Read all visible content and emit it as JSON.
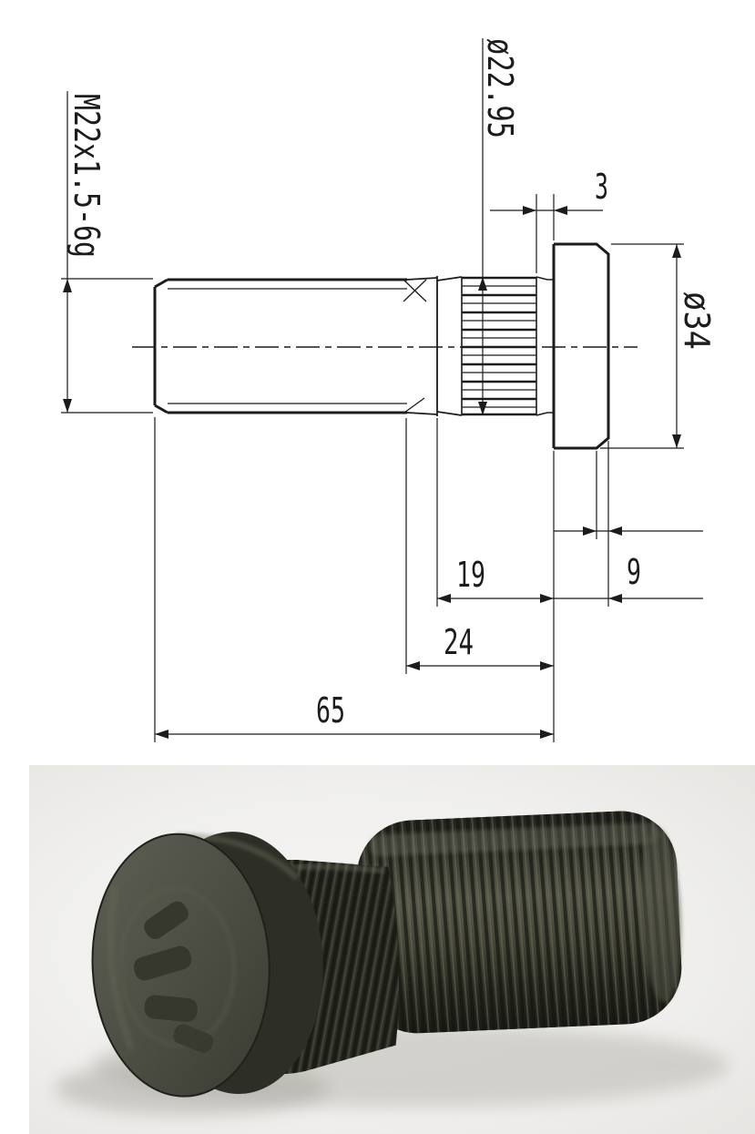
{
  "document": {
    "kind": "technical drawing with product photo",
    "part_name": "serrated wheel stud"
  },
  "drawing": {
    "background": "#ffffff",
    "line_color": "#1c1c1c",
    "dimensions": {
      "thread_spec": "M22x1.5-6g",
      "serration_diameter": "ø22.95",
      "serration_to_head_gap": "3",
      "head_diameter": "ø34",
      "knurl_to_head_length": "19",
      "head_thickness": "9",
      "shank_to_head_length": "24",
      "underhead_length": "65"
    }
  },
  "photo": {
    "background_color": "#efeeec",
    "stud_body_color": "#3b3c33",
    "stud_highlight_color": "#6b6c5e",
    "head_face_color": "#51524a",
    "shadow_color": "#b9b7b0",
    "head_marking": "embossed grade marking (illegible)",
    "description": "Black serrated wheel stud photographed with head at left and threaded shank extending to the right"
  }
}
